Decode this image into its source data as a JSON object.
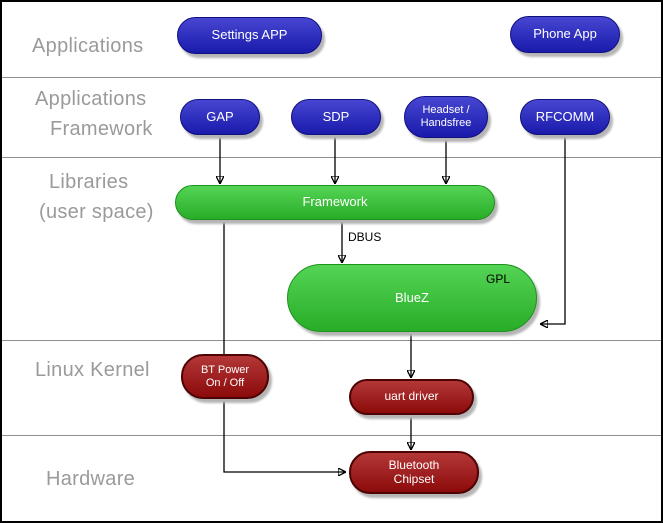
{
  "layers": {
    "applications": "Applications",
    "framework_line1": "Applications",
    "framework_line2": "Framework",
    "libraries_line1": "Libraries",
    "libraries_line2": "(user space)",
    "kernel": "Linux Kernel",
    "hardware": "Hardware"
  },
  "nodes": {
    "settings_app": "Settings APP",
    "phone_app": "Phone App",
    "gap": "GAP",
    "sdp": "SDP",
    "headset_line1": "Headset /",
    "headset_line2": "Handsfree",
    "rfcomm": "RFCOMM",
    "framework": "Framework",
    "bluez": "BlueZ",
    "bt_power_line1": "BT Power",
    "bt_power_line2": "On / Off",
    "uart_driver": "uart driver",
    "chipset_line1": "Bluetooth",
    "chipset_line2": "Chipset"
  },
  "annotations": {
    "gpl": "GPL"
  },
  "connections": [
    {
      "from": "GAP",
      "to": "Framework"
    },
    {
      "from": "SDP",
      "to": "Framework"
    },
    {
      "from": "Headset / Handsfree",
      "to": "Framework"
    },
    {
      "from": "Framework",
      "to": "BlueZ",
      "label": "DBUS"
    },
    {
      "from": "RFCOMM",
      "to": "BlueZ"
    },
    {
      "from": "BlueZ",
      "to": "uart driver"
    },
    {
      "from": "uart driver",
      "to": "Bluetooth Chipset"
    },
    {
      "from": "Framework",
      "to": "Bluetooth Chipset"
    }
  ],
  "colors": {
    "app_node": "#1e1ec8",
    "library_node": "#2fca2f",
    "kernel_node": "#a30c0c",
    "layer_label": "#9a9a9a"
  }
}
